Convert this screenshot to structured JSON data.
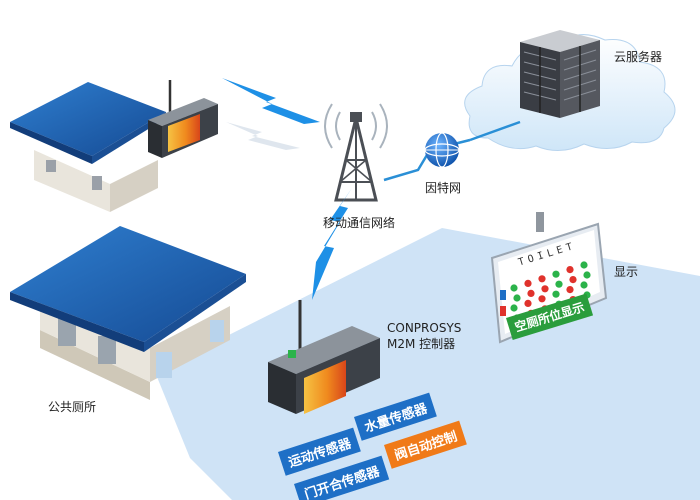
{
  "labels": {
    "cloud_server": "云服务器",
    "internet": "因特网",
    "mobile_network": "移动通信网络",
    "display": "显示",
    "controller_line1": "CONPROSYS",
    "controller_line2": "M2M 控制器",
    "public_toilet": "公共厕所"
  },
  "sensors": {
    "motion": "运动传感器",
    "water": "水量传感器",
    "door": "门开合传感器",
    "valve": "阀自动控制"
  },
  "display_board": {
    "title": "TOILET",
    "status_text": "空厕所位显示",
    "rows": [
      [
        "green",
        "red",
        "red",
        "green",
        "red",
        "green"
      ],
      [
        "green",
        "red",
        "red",
        "green",
        "red",
        "green"
      ],
      [
        "green",
        "red",
        "red",
        "green",
        "red",
        "green"
      ],
      [
        "green",
        "red",
        "red",
        "green",
        "red",
        "green"
      ]
    ]
  },
  "colors": {
    "sensor_blue": "#1e6fc6",
    "valve_orange": "#f07a18",
    "status_green": "#2a9d3c",
    "roof_blue": "#1a5aa8",
    "internet_blue": "#1f73c9"
  }
}
